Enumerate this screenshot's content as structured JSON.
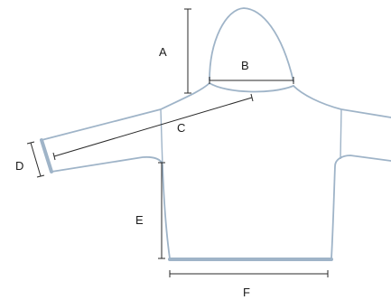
{
  "labels": {
    "a": "A",
    "b": "B",
    "c": "C",
    "d": "D",
    "e": "E",
    "f": "F"
  },
  "colors": {
    "outline": "#9fb4c8",
    "measure_line": "#2a2a2a",
    "background": "#ffffff"
  }
}
